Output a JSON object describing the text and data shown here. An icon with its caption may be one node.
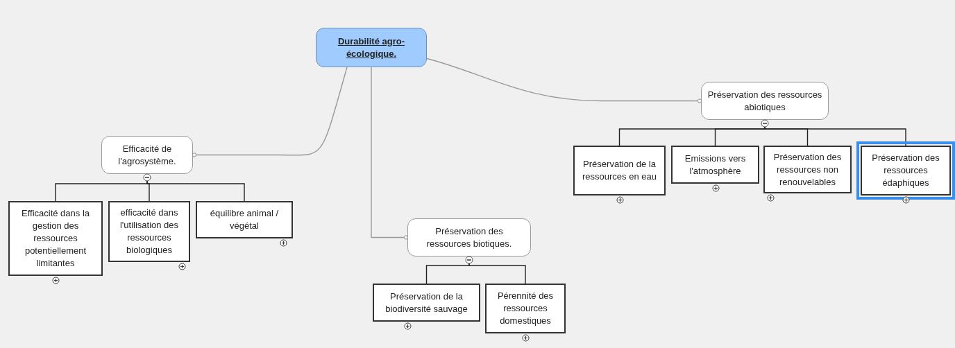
{
  "diagram": {
    "nodes": [
      {
        "text": [
          "Durabilité agro-écologique."
        ]
      },
      {
        "text": [
          "Efficacité de l'agrosystème."
        ]
      },
      {
        "text": [
          "Efficacité dans la gestion des ressources potentiellement limitantes"
        ]
      },
      {
        "text": [
          "efficacité dans l'utilisation des ressources biologiques"
        ]
      },
      {
        "text": [
          "équilibre animal / végétal"
        ]
      },
      {
        "text": [
          "Préservation des ressources biotiques."
        ]
      },
      {
        "text": [
          "Préservation de la biodiversité sauvage"
        ]
      },
      {
        "text": [
          "Pérennité des ressources domestiques"
        ]
      },
      {
        "text": [
          "Préservation des ressources abiotiques"
        ]
      },
      {
        "text": [
          "Préservation de la ressources en eau"
        ]
      },
      {
        "text": [
          "Emissions vers l'atmosphère"
        ]
      },
      {
        "text": [
          "Préservation des ressources non renouvelables"
        ]
      },
      {
        "text": [
          "Préservation des ressources édaphiques"
        ]
      }
    ],
    "edges": [
      {
        "from": 0,
        "to": 1,
        "arrow": "other",
        "color": "#999999"
      },
      {
        "from": 0,
        "to": 5,
        "arrow": "other",
        "color": "#999999"
      },
      {
        "from": 0,
        "to": 8,
        "arrow": "other",
        "color": "#999999"
      },
      {
        "from": 1,
        "to": 2,
        "arrow": "none"
      },
      {
        "from": 1,
        "to": 3,
        "arrow": "none"
      },
      {
        "from": 1,
        "to": 4,
        "arrow": "none"
      },
      {
        "from": 5,
        "to": 6,
        "arrow": "none"
      },
      {
        "from": 5,
        "to": 7,
        "arrow": "none"
      },
      {
        "from": 8,
        "to": 9,
        "arrow": "none"
      },
      {
        "from": 8,
        "to": 10,
        "arrow": "none"
      },
      {
        "from": 8,
        "to": 11,
        "arrow": "none"
      },
      {
        "from": 8,
        "to": 12,
        "arrow": "none"
      }
    ]
  }
}
